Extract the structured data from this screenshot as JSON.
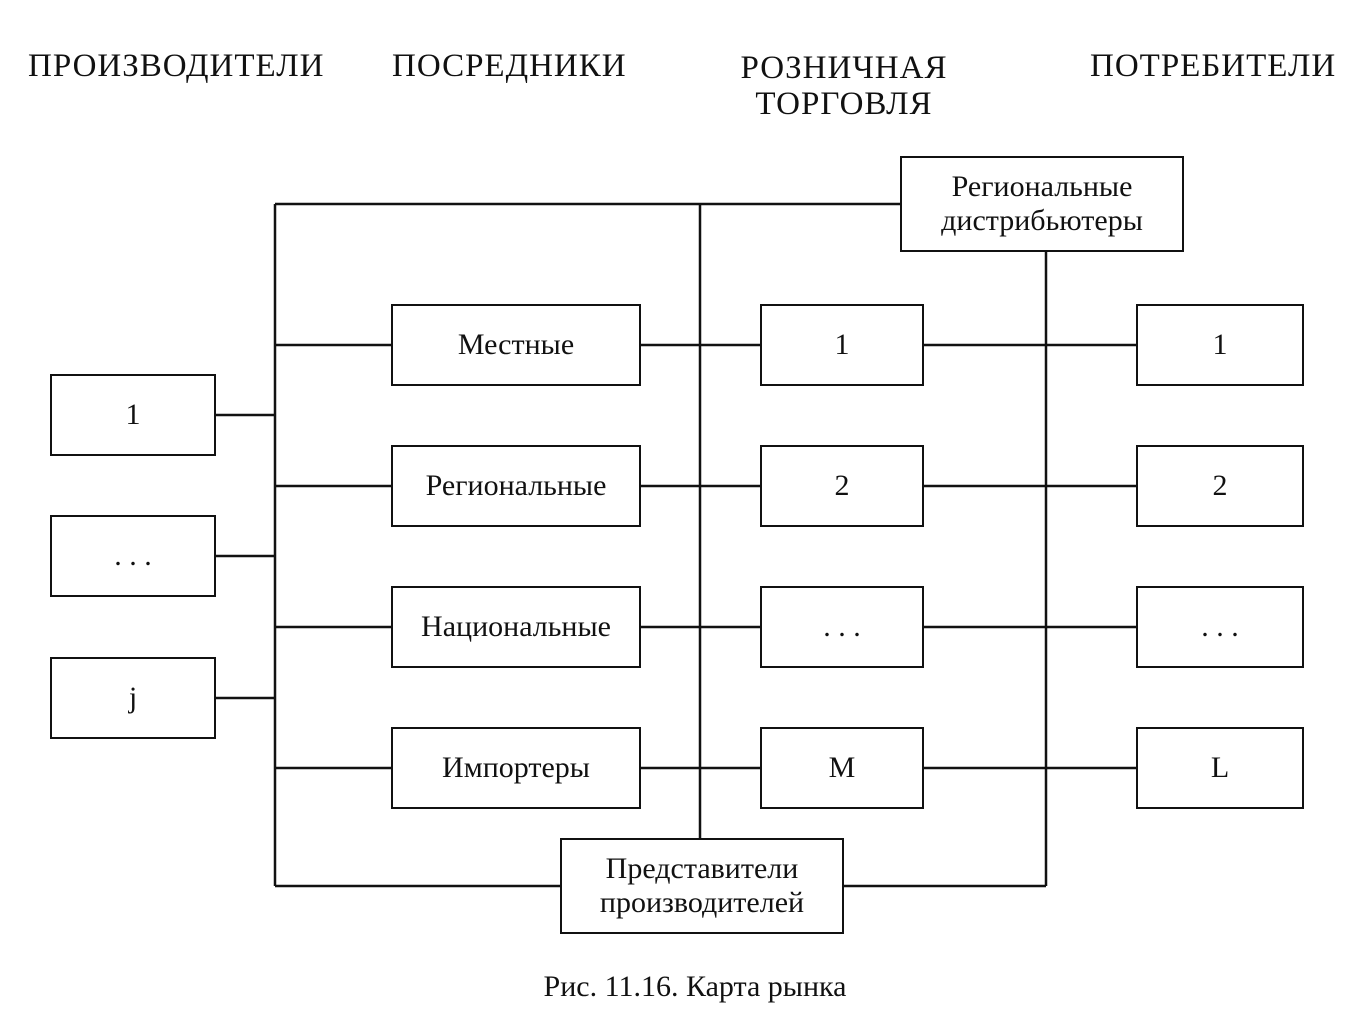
{
  "headers": {
    "producers": "ПРОИЗВОДИТЕЛИ",
    "intermediaries": "ПОСРЕДНИКИ",
    "retail_line1": "РОЗНИЧНАЯ",
    "retail_line2": "ТОРГОВЛЯ",
    "consumers": "ПОТРЕБИТЕЛИ"
  },
  "producers": [
    "1",
    ". . .",
    "j"
  ],
  "intermediaries": [
    "Местные",
    "Региональные",
    "Национальные",
    "Импортеры"
  ],
  "retail": [
    "1",
    "2",
    ". . .",
    "M"
  ],
  "consumers": [
    "1",
    "2",
    ". . .",
    "L"
  ],
  "regional_distributors": {
    "line1": "Региональные",
    "line2": "дистрибьютеры"
  },
  "manufacturer_reps": {
    "line1": "Представители",
    "line2": "производителей"
  },
  "caption": "Рис. 11.16. Карта рынка"
}
